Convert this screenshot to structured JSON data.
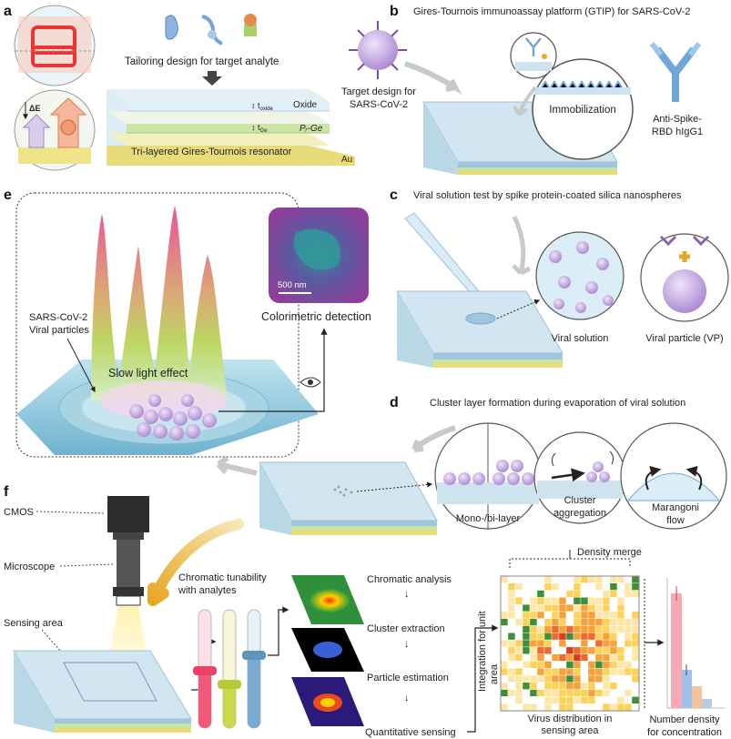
{
  "panels": {
    "a": {
      "letter": "a",
      "tailoring": "Tailoring design for target analyte",
      "delta_e": "ΔE",
      "t_oxide": "t",
      "t_oxide_sub": "oxide",
      "oxide": "Oxide",
      "t_ge": "t",
      "t_ge_sub": "Ge",
      "pr_ge": "Pᵣ-Ge",
      "au": "Au",
      "resonator": "Tri-layered Gires-Tournois resonator",
      "target_line1": "Target design for",
      "target_line2": "SARS-CoV-2"
    },
    "b": {
      "letter": "b",
      "title": "Gires-Tournois immunoassay platform (GTIP) for SARS-CoV-2",
      "immobilization": "Immobilization",
      "antibody_line1": "Anti-Spike-",
      "antibody_line2": "RBD hIgG1"
    },
    "c": {
      "letter": "c",
      "title": "Viral solution test by spike protein-coated silica nanospheres",
      "viral_solution": "Viral solution",
      "viral_particle": "Viral particle (VP)"
    },
    "d": {
      "letter": "d",
      "title": "Cluster layer formation during evaporation of viral solution",
      "mono_bi": "Mono-/bi-layer",
      "cluster_line1": "Cluster",
      "cluster_line2": "aggregation",
      "marangoni_line1": "Marangoni",
      "marangoni_line2": "flow"
    },
    "e": {
      "letter": "e",
      "sars_line1": "SARS-CoV-2",
      "sars_line2": "Viral particles",
      "slow_light": "Slow light effect",
      "scale_bar": "500 nm",
      "colorimetric": "Colorimetric detection"
    },
    "f": {
      "letter": "f",
      "cmos": "CMOS",
      "microscope": "Microscope",
      "sensing_area": "Sensing area",
      "chromatic_line1": "Chromatic tunability",
      "chromatic_line2": "with analytes",
      "steps": [
        "Chromatic analysis",
        "Cluster extraction",
        "Particle estimation",
        "Quantitative sensing"
      ],
      "density_merge": "Density merge",
      "integration_line1": "Integration for unit",
      "integration_line2": "area",
      "virus_line1": "Virus distribution in",
      "virus_line2": "sensing area",
      "number_line1": "Number density",
      "number_line2": "for concentration"
    }
  },
  "colors": {
    "substrate_top": "#cfe3ef",
    "substrate_side": "#9fc6dc",
    "gold": "#e8dc7a",
    "green_layer": "#c9e3a3",
    "virus": "#b99ad6",
    "arrow_gray": "#c9c9c9",
    "arrow_gold": "#e5a823",
    "antibody": "#6fa8d8"
  },
  "icons": [
    "eye-icon",
    "pipette-icon",
    "antibody-icon",
    "virus-icon",
    "camera-icon"
  ]
}
